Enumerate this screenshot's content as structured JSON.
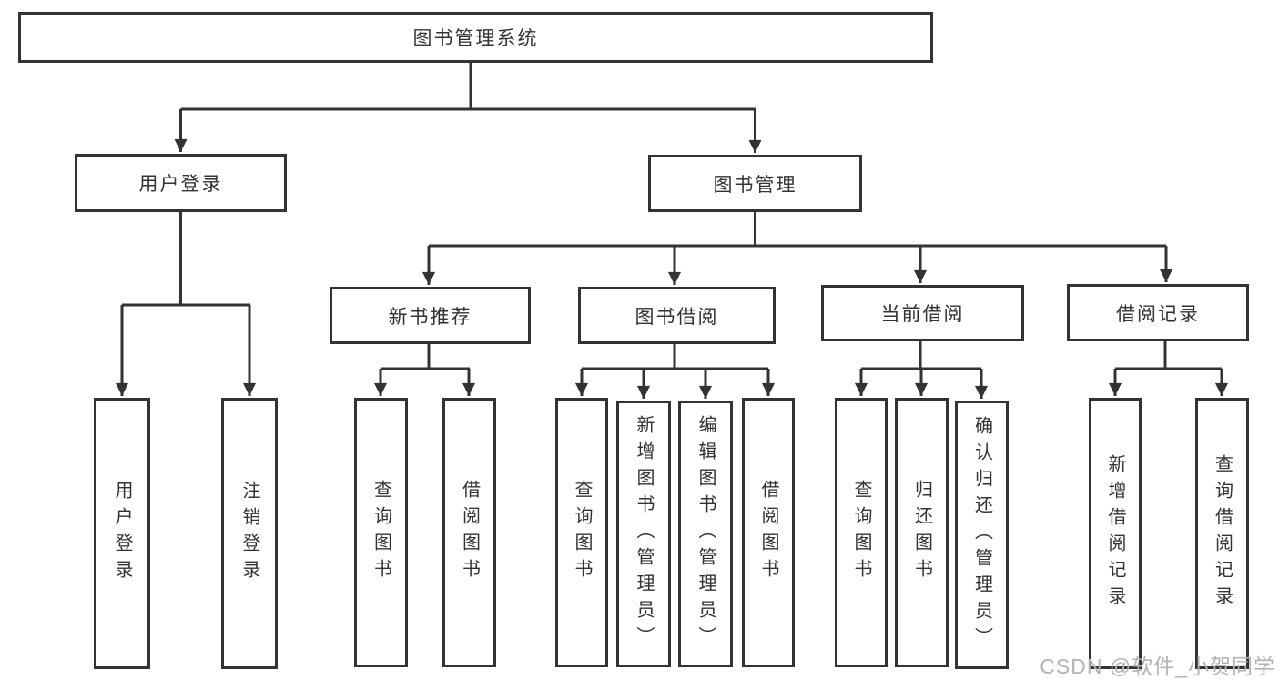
{
  "diagram": {
    "root": {
      "label": "图书管理系统"
    },
    "level2": [
      {
        "label": "用户登录"
      },
      {
        "label": "图书管理"
      }
    ],
    "level3": [
      {
        "label": "新书推荐"
      },
      {
        "label": "图书借阅"
      },
      {
        "label": "当前借阅"
      },
      {
        "label": "借阅记录"
      }
    ],
    "leaves": {
      "user_login": [
        "用户登录",
        "注销登录"
      ],
      "new_book": [
        "查询图书",
        "借阅图书"
      ],
      "book_borrow": [
        "查询图书",
        "新增图书（管理员）",
        "编辑图书（管理员）",
        "借阅图书"
      ],
      "current_borrow": [
        "查询图书",
        "归还图书",
        "确认归还（管理员）"
      ],
      "borrow_records": [
        "新增借阅记录",
        "查询借阅记录"
      ]
    }
  },
  "watermark": {
    "text": "CSDN @软件_小贺同学"
  },
  "colors": {
    "line": "#333333",
    "box_border": "#333333",
    "text": "#333333",
    "watermark": "#b3b3b3",
    "background": "#ffffff"
  }
}
